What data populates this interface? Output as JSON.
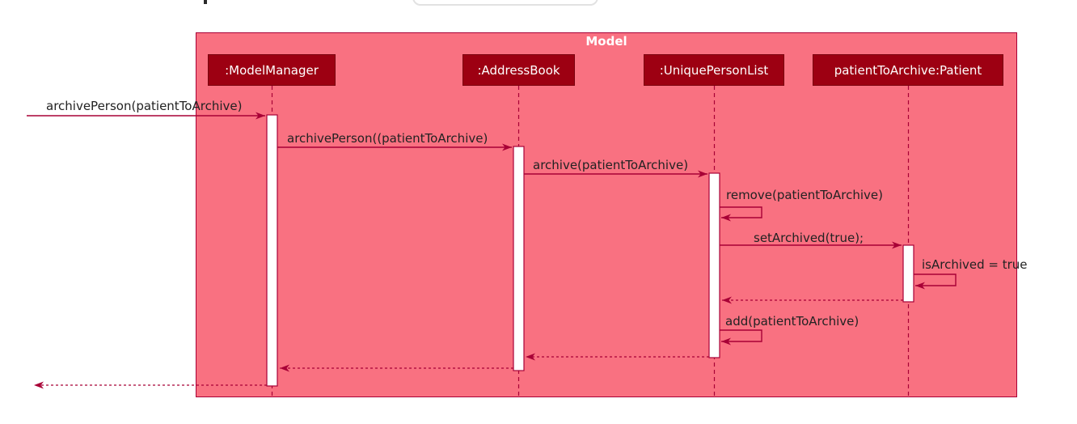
{
  "diagram": {
    "frame_title": "Model",
    "participants": [
      {
        "label": ":ModelManager"
      },
      {
        "label": ":AddressBook"
      },
      {
        "label": ":UniquePersonList"
      },
      {
        "label": "patientToArchive:Patient"
      }
    ],
    "messages": [
      {
        "label": "archivePerson(patientToArchive)",
        "type": "solid",
        "from": "outside",
        "to": ":ModelManager"
      },
      {
        "label": "archivePerson((patientToArchive)",
        "type": "solid",
        "from": ":ModelManager",
        "to": ":AddressBook"
      },
      {
        "label": "archive(patientToArchive)",
        "type": "solid",
        "from": ":AddressBook",
        "to": ":UniquePersonList"
      },
      {
        "label": "remove(patientToArchive)",
        "type": "self",
        "from": ":UniquePersonList",
        "to": ":UniquePersonList"
      },
      {
        "label": "setArchived(true);",
        "type": "solid",
        "from": ":UniquePersonList",
        "to": "patientToArchive:Patient"
      },
      {
        "label": "isArchived = true",
        "type": "self",
        "from": "patientToArchive:Patient",
        "to": "patientToArchive:Patient"
      },
      {
        "label": "add(patientToArchive)",
        "type": "self",
        "from": ":UniquePersonList",
        "to": ":UniquePersonList"
      }
    ],
    "returns_count_unlabeled": 4,
    "colors": {
      "frame_background": "#F97181",
      "participant_background": "#9D0012",
      "line_and_arrow": "#A80036",
      "message_text": "#222222",
      "frame_title_text": "#FFFFFF",
      "activation_bar_fill": "#FFFFFF"
    }
  }
}
